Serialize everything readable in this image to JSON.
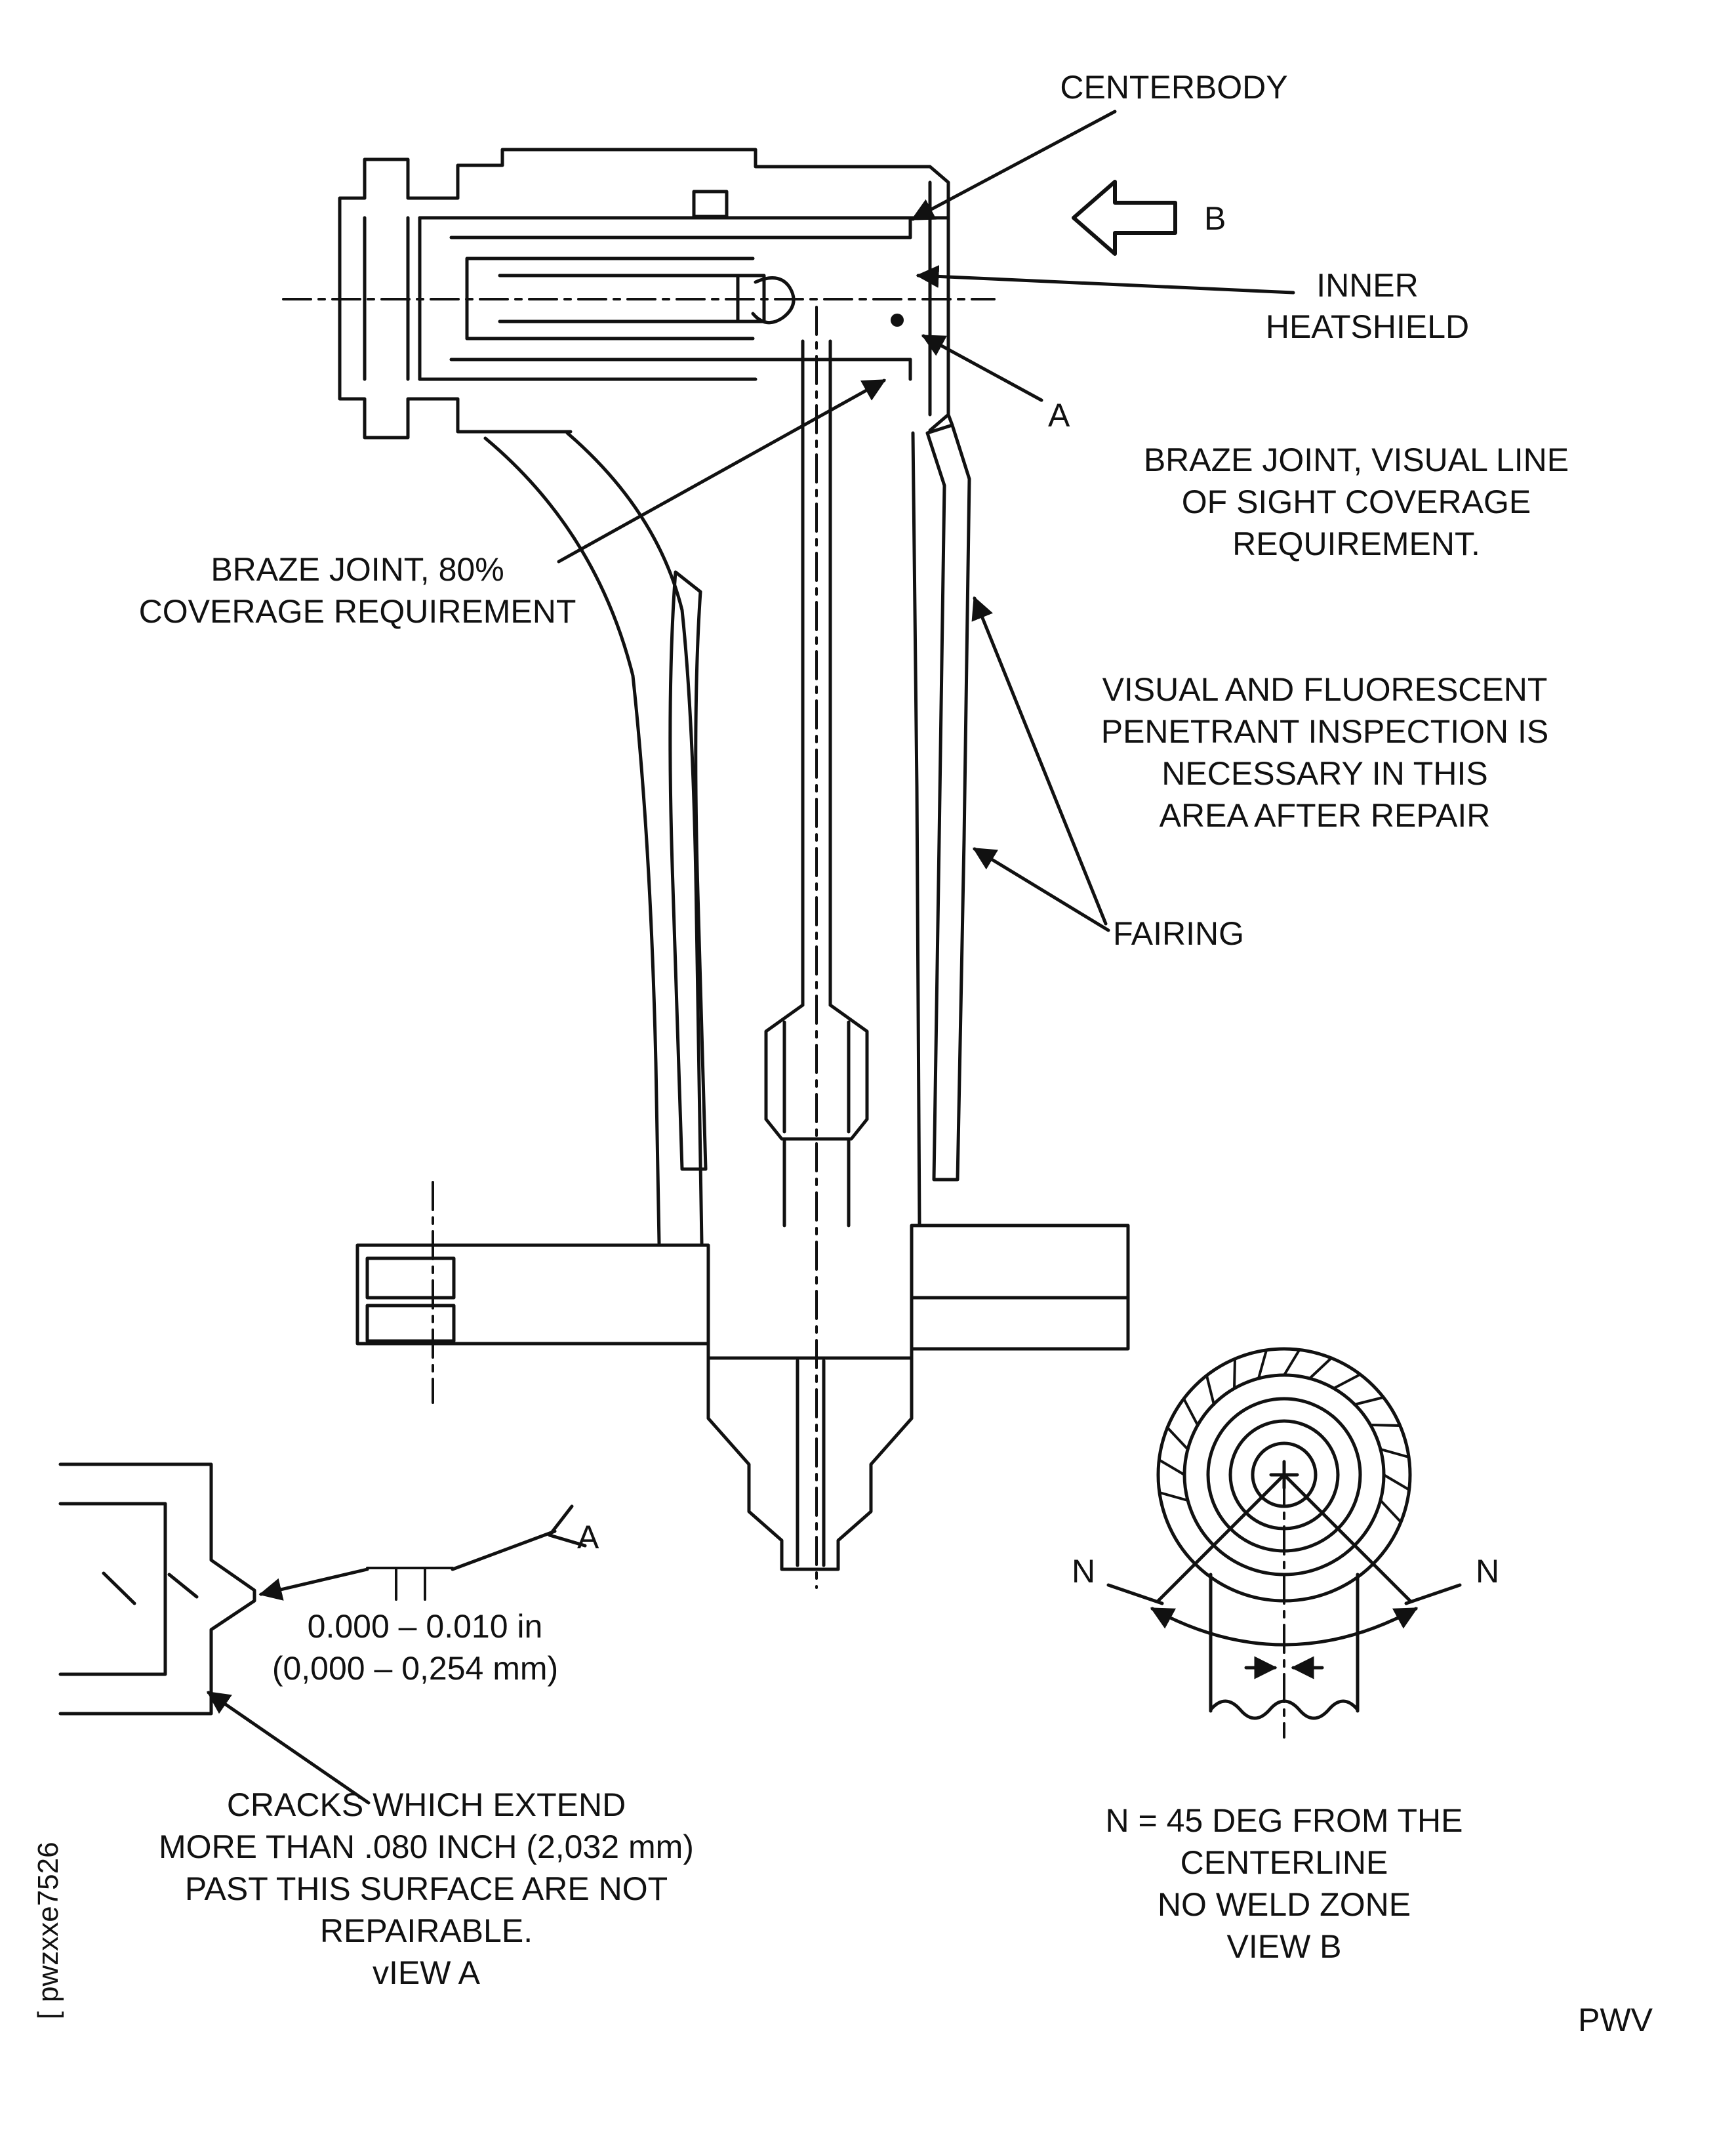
{
  "page": {
    "background": "#ffffff",
    "line_color": "#111111",
    "footer": {
      "doc_code_bracket": "[",
      "doc_code": "pwzxxe7526",
      "publisher_code": "PWV"
    }
  },
  "callouts": {
    "centerbody": {
      "label": "CENTERBODY"
    },
    "view_b_direction": {
      "label": "B"
    },
    "inner_heatshield": {
      "lines": [
        "INNER",
        "HEATSHIELD"
      ]
    },
    "detail_a_marker": {
      "label": "A"
    },
    "braze_joint_visual": {
      "lines": [
        "BRAZE JOINT, VISUAL LINE",
        "OF SIGHT COVERAGE",
        "REQUIREMENT."
      ]
    },
    "braze_joint_80": {
      "lines": [
        "BRAZE JOINT, 80%",
        "COVERAGE REQUIREMENT"
      ]
    },
    "penetrant_inspection": {
      "lines": [
        "VISUAL AND FLUORESCENT",
        "PENETRANT INSPECTION IS",
        "NECESSARY IN THIS",
        "AREA AFTER REPAIR"
      ]
    },
    "fairing": {
      "label": "FAIRING"
    }
  },
  "view_a": {
    "section_marker": "A",
    "dimension": {
      "inches": "0.000 – 0.010 in",
      "millimeters": "(0,000 – 0,254 mm)"
    },
    "note": {
      "lines": [
        "CRACKS WHICH EXTEND",
        "MORE THAN .080 INCH (2,032 mm)",
        "PAST THIS SURFACE ARE NOT",
        "REPAIRABLE.",
        "vIEW A"
      ]
    }
  },
  "view_b": {
    "n_left": "N",
    "n_right": "N",
    "note": {
      "lines": [
        "N = 45 DEG FROM THE",
        "CENTERLINE",
        "NO WELD ZONE",
        "VIEW B"
      ]
    }
  }
}
